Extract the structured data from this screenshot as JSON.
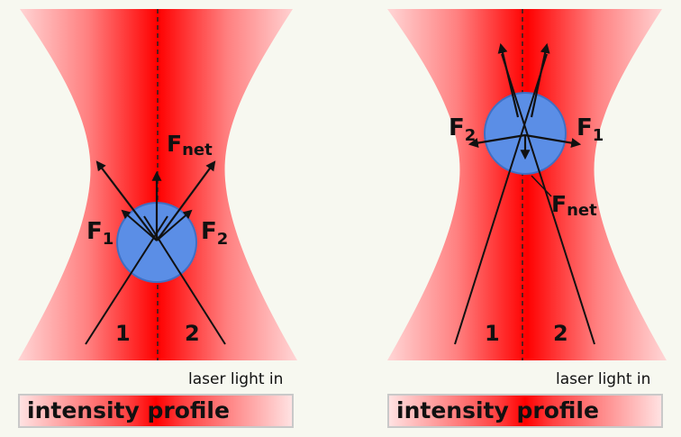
{
  "left_panel": {
    "force_labels": {
      "f1": "F",
      "f1_sub": "1",
      "f2": "F",
      "f2_sub": "2",
      "fnet": "F",
      "fnet_sub": "net"
    },
    "beam_labels": [
      "1",
      "2"
    ],
    "light_label": "laser light in",
    "profile_label": "intensity profile"
  },
  "right_panel": {
    "force_labels": {
      "f1": "F",
      "f1_sub": "1",
      "f2": "F",
      "f2_sub": "2",
      "fnet": "F",
      "fnet_sub": "net"
    },
    "beam_labels": [
      "1",
      "2"
    ],
    "light_label": "laser light in",
    "profile_label": "intensity profile"
  },
  "colors": {
    "beam_red": "#ff0000",
    "beam_edge": "#ffd0d0",
    "bead_blue": "#5b8ee6",
    "bead_stroke": "#3f6fc4",
    "arrow": "#111111",
    "background": "#f7f8f0"
  }
}
